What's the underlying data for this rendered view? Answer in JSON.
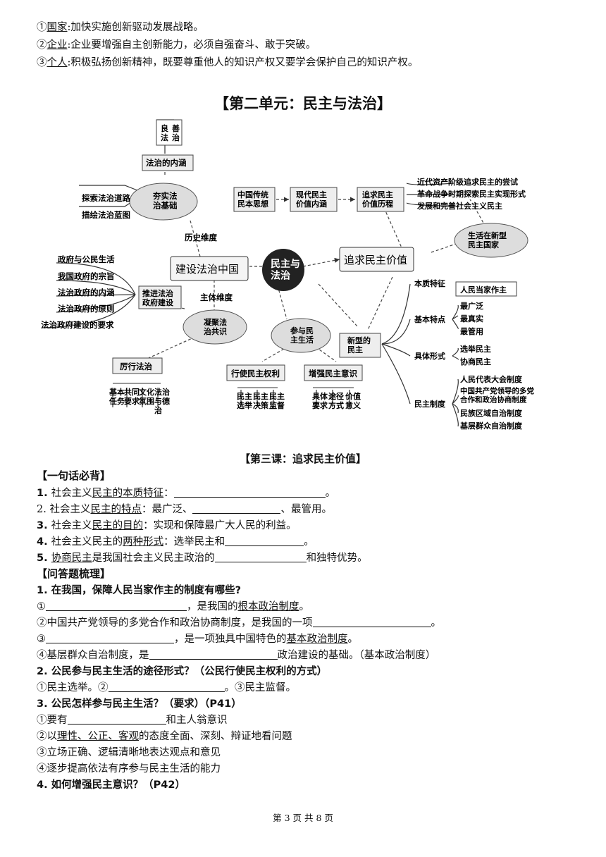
{
  "top_lines": [
    {
      "num": "①",
      "key": "国家",
      "rest": ":加快实施创新驱动发展战略。"
    },
    {
      "num": "②",
      "key": "企业",
      "rest": ":企业要增强自主创新能力，必须自强奋斗、敢于突破。"
    },
    {
      "num": "③",
      "key": "个人",
      "rest": ":积极弘扬创新精神，既要尊重他人的知识产权又要学会保护自己的知识产权。"
    }
  ],
  "unit_title": "【第二单元：民主与法治】",
  "mindmap": {
    "center": "民主与\n法治",
    "left_main": "建设法治中国",
    "right_main": "追求民主价值",
    "neihan": "法治的内涵",
    "liangfa": "良\n法",
    "shanzhi": "善\n治",
    "hangshi": "夯实法\n治基础",
    "tansuo": "探索法治道路",
    "miaohui": "描绘法治蓝图",
    "lishi_weidu": "历史维度",
    "zhuti_weidu": "主体维度",
    "tuijin": "推进法治\n政府建设",
    "gov_items": [
      "政府与公民生活",
      "我国政府的宗旨",
      "法治政府的内涵",
      "法治政府的原则",
      "法治政府建设的要求"
    ],
    "ningju": "凝聚法\n治共识",
    "lixing": "厉行法治",
    "lixing_items": [
      "基本\n任务",
      "共同\n要求",
      "文化\n氛围",
      "法治\n与德\n治"
    ],
    "canyu": "参与民\n主生活",
    "xingshi": "行使民主权利",
    "xingshi_items": [
      "民主\n选举",
      "民主\n决策",
      "民主\n监督"
    ],
    "zengqiang": "增强民主意识",
    "zengqiang_items": [
      "具体\n要求",
      "途径\n方式",
      "价值\n意义"
    ],
    "chuantong": "中国传统\n民本思想",
    "xiandai": "现代民主\n价值内涵",
    "zhuiqiu": "追求民主\n价值历程",
    "licheng_items": [
      "近代资产阶级追求民主的尝试",
      "革命战争时期探索民主实现形式",
      "发展和完善社会主义民主"
    ],
    "shenghuo": "生活在新型\n民主国家",
    "xinxing": "新型的\n民主",
    "benzhi": "本质特征",
    "benzhi_item": "人民当家作主",
    "tedian": "基本特点",
    "tedian_items": [
      "最广泛",
      "最真实",
      "最管用"
    ],
    "xingshi2": "具体形式",
    "xingshi2_items": [
      "选举民主",
      "协商民主"
    ],
    "zhidu": "民主制度",
    "zhidu_items": [
      "人民代表大会制度",
      "中国共产党领导的多党\n合作和政治协商制度",
      "民族区域自治制度",
      "基层群众自治制度"
    ]
  },
  "lesson_title": "【第三课：追求民主价值】",
  "section1": "【一句话必背】",
  "recite": [
    {
      "num": "1. ",
      "pre": "社会主义",
      "u": "民主的本质特征",
      "post": "：",
      "tail": "。"
    },
    {
      "num": "2. ",
      "pre": "社会主义",
      "u": "民主的特点",
      "post": "：最广泛、",
      "tail": "、最管用。"
    },
    {
      "num": "3. ",
      "pre": "社会主义",
      "u": "民主的目的",
      "post": "：实现和保障最广大人民的利益。",
      "tail": ""
    },
    {
      "num": "4. ",
      "pre": "社会主义民主的",
      "u": "两种形式",
      "post": "：选举民主和",
      "tail": "。"
    },
    {
      "num": "5. ",
      "pre": "",
      "u": "协商民主",
      "post": "是我国社会主义民主政治的",
      "tail": "和独特优势。"
    }
  ],
  "section2": "【问答题梳理】",
  "q1": "1. 在我国，保障人民当家作主的制度有哪些?",
  "q1_lines": [
    {
      "pre": "①",
      "mid": "，是我国的",
      "u": "根本政治制度",
      "tail": "。"
    },
    {
      "pre": "②中国共产党领导的多党合作和政治协商制度，是我国的一项",
      "mid": "",
      "u": "",
      "tail": "。"
    },
    {
      "pre": "③",
      "mid": "，是一项独具中国特色的",
      "u": "基本政治制度",
      "tail": "。"
    },
    {
      "pre": "④基层群众自治制度，是",
      "mid": "政治建设的基础。（基本政治制度）",
      "u": "",
      "tail": ""
    }
  ],
  "q2": "2. 公民参与民主生活的途径形式？（公民行使民主权利的方式）",
  "q2_line": {
    "a": "①民主选举。②",
    "b": "。③民主监督。"
  },
  "q3": "3. 公民怎样参与民主生活？（要求）（P41）",
  "q3_lines": [
    {
      "a": "①要有",
      "b": "和主人翁意识"
    },
    {
      "a": "②以",
      "u": "理性、公正、客观",
      "b": "的态度全面、深刻、辩证地看问题"
    },
    {
      "a": "③立场正确、逻辑清晰地表达观点和意见",
      "b": ""
    },
    {
      "a": "④逐步提高依法有序参与民主生活的能力",
      "b": ""
    }
  ],
  "q4": "4. 如何增强民主意识？（P42）",
  "footer": "第 3 页 共 8 页"
}
